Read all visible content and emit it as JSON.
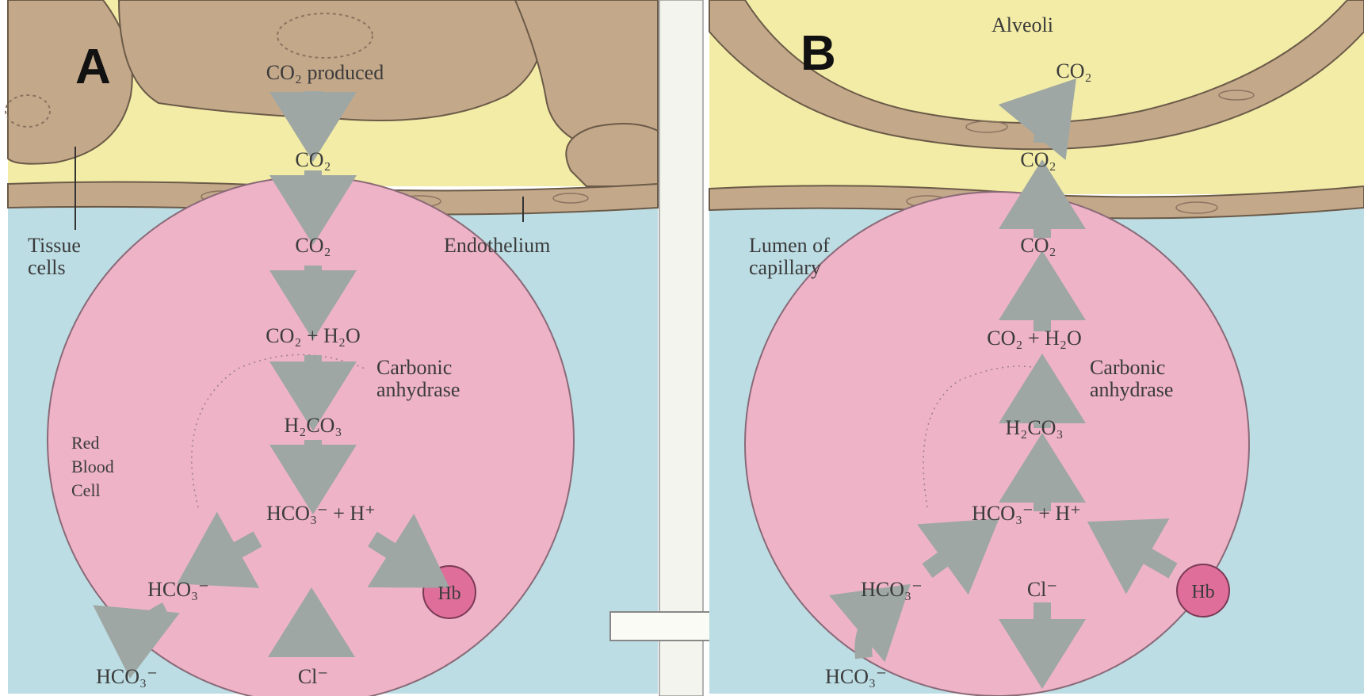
{
  "panel_a": {
    "label": "A",
    "co2_produced": "CO₂ produced",
    "co2_tissue": "CO₂",
    "co2_lumen": "CO₂",
    "tissue_cells_line1": "Tissue",
    "tissue_cells_line2": "cells",
    "endothelium": "Endothelium",
    "reaction_co2_h2o": "CO₂ + H₂O",
    "carbonic_line1": "Carbonic",
    "carbonic_line2": "anhydrase",
    "h2co3": "H₂CO₃",
    "hco3_h": "HCO₃⁻ + H⁺",
    "rbc_line1": "Red",
    "rbc_line2": "Blood",
    "rbc_line3": "Cell",
    "hco3_in_cell": "HCO₃⁻",
    "hb": "Hb",
    "hco3_out": "HCO₃⁻",
    "cl_out": "Cl⁻"
  },
  "panel_b": {
    "label": "B",
    "alveoli": "Alveoli",
    "co2_alveolus": "CO₂",
    "co2_wall": "CO₂",
    "co2_lumen": "CO₂",
    "lumen_line1": "Lumen of",
    "lumen_line2": "capillary",
    "reaction_co2_h2o": "CO₂ + H₂O",
    "carbonic_line1": "Carbonic",
    "carbonic_line2": "anhydrase",
    "h2co3": "H₂CO₃",
    "hco3_h": "HCO₃⁻ + H⁺",
    "hco3_in_cell": "HCO₃⁻",
    "cl_in_cell": "Cl⁻",
    "hb": "Hb",
    "hco3_out": "HCO₃⁻"
  },
  "colors": {
    "tissue": "#c4a88a",
    "interstitial": "#f2eca6",
    "plasma": "#bcdde4",
    "rbc": "#eeb3c7",
    "hb": "#df6f9a",
    "arrow": "#9ea7a3",
    "divider": "#f4f4ee"
  }
}
